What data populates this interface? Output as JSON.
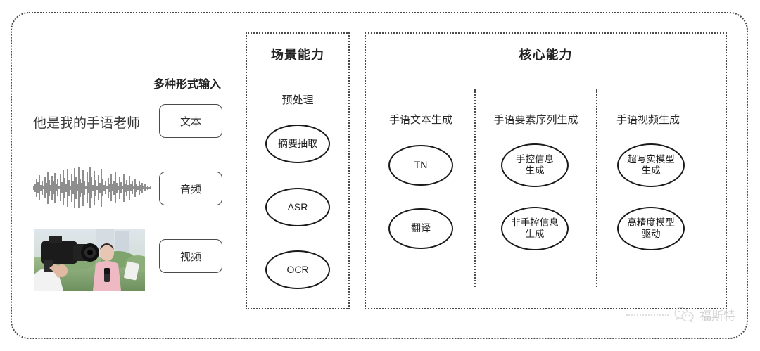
{
  "diagram": {
    "title_hidden": "",
    "left_panel": {
      "section_label": "多种形式输入",
      "sample_text": "他是我的手语老师",
      "inputs": [
        {
          "label": "文本",
          "modality_icon": "text-sample"
        },
        {
          "label": "音频",
          "modality_icon": "audio-waveform"
        },
        {
          "label": "视频",
          "modality_icon": "video-thumbnail"
        }
      ]
    },
    "scene_panel": {
      "title": "场景能力",
      "group_label": "预处理",
      "nodes": [
        {
          "label": "摘要抽取"
        },
        {
          "label": "ASR"
        },
        {
          "label": "OCR"
        }
      ]
    },
    "core_panel": {
      "title": "核心能力",
      "columns": [
        {
          "label": "手语文本生成",
          "nodes": [
            {
              "line1": "TN",
              "line2": ""
            },
            {
              "line1": "翻译",
              "line2": ""
            }
          ]
        },
        {
          "label": "手语要素序列生成",
          "nodes": [
            {
              "line1": "手控信息",
              "line2": "生成"
            },
            {
              "line1": "非手控信息",
              "line2": "生成"
            }
          ]
        },
        {
          "label": "手语视频生成",
          "nodes": [
            {
              "line1": "超写实模型",
              "line2": "生成"
            },
            {
              "line1": "高精度模型",
              "line2": "驱动"
            }
          ]
        }
      ]
    },
    "watermark": {
      "icon": "wechat-icon",
      "text": "福斯特"
    },
    "colors": {
      "border": "#4a4a4a",
      "node_stroke": "#1a1a1a",
      "text": "#2b2b2b",
      "background": "#ffffff"
    }
  }
}
